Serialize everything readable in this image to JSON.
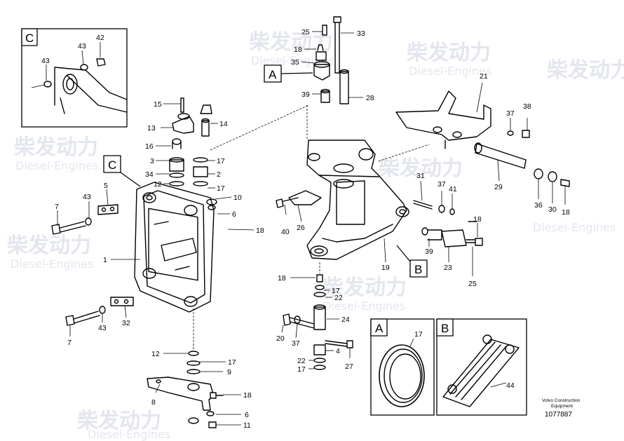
{
  "watermark": {
    "cn": "柴发动力",
    "en": "Diesel-Engines"
  },
  "callouts": [
    "A",
    "B",
    "C"
  ],
  "part_labels": {
    "p1": "1",
    "p2": "2",
    "p3": "3",
    "p4": "4",
    "p5": "5",
    "p6": "6",
    "p6b": "6",
    "p7": "7",
    "p7b": "7",
    "p8": "8",
    "p9": "9",
    "p11": "11",
    "p12": "12",
    "p12b": "12",
    "p13": "13",
    "p14": "14",
    "p15": "15",
    "p16": "16",
    "p17a": "17",
    "p17b": "17",
    "p17c": "17",
    "p17d": "17",
    "p17e": "17",
    "p17f": "17",
    "p18a": "18",
    "p18b": "18",
    "p18c": "18",
    "p18d": "18",
    "p18e": "18",
    "p18f": "18",
    "p19": "19",
    "p20": "20",
    "p21": "21",
    "p22a": "22",
    "p22b": "22",
    "p23": "23",
    "p24": "24",
    "p25a": "25",
    "p25b": "25",
    "p26": "26",
    "p27": "27",
    "p28": "28",
    "p29": "29",
    "p30": "30",
    "p31": "31",
    "p32": "32",
    "p33": "33",
    "p34": "34",
    "p35": "35",
    "p36": "36",
    "p37a": "37",
    "p37b": "37",
    "p37c": "37",
    "p38": "38",
    "p39a": "39",
    "p39b": "39",
    "p40": "40",
    "p41": "41",
    "p42": "42",
    "p43a": "43",
    "p43b": "43",
    "p43c": "43",
    "p43d": "43",
    "p44": "44",
    "p10": "10"
  },
  "inset_a_label": "A",
  "inset_b_label": "B",
  "inset_c_label": "C",
  "footer": {
    "brand_line1": "Volvo Construction",
    "brand_line2": "Equipment",
    "doc_number": "1077887"
  }
}
